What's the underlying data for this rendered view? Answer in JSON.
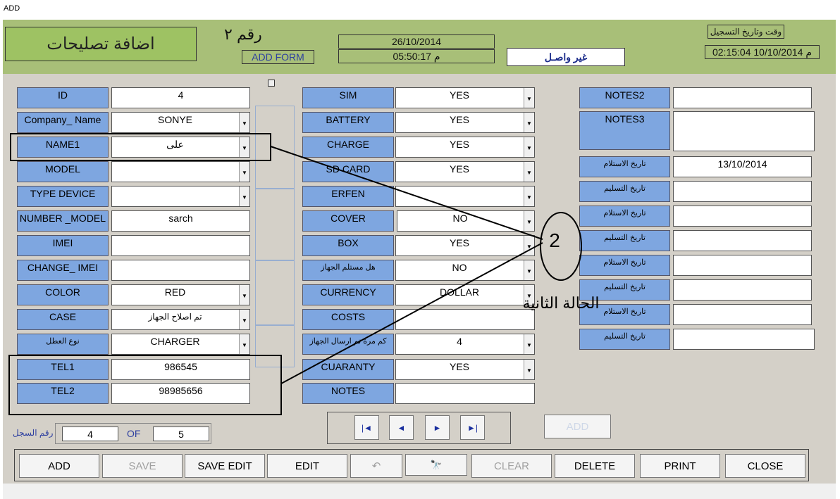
{
  "window": {
    "title": "ADD"
  },
  "header": {
    "title": "اضافة تصليحات",
    "number": "رقم ٢",
    "form_name": "ADD FORM",
    "date": "26/10/2014",
    "time": "05:50:17 م",
    "status": "غير واصـل",
    "reg_label": "وقت وتاريخ التسجيل",
    "reg_value": "02:15:04 10/10/2014 م"
  },
  "left": [
    {
      "label": "ID",
      "value": "4",
      "dropdown": false
    },
    {
      "label": "Company_ Name",
      "value": "SONYE",
      "dropdown": true
    },
    {
      "label": "NAME1",
      "value": "علی",
      "dropdown": true
    },
    {
      "label": "MODEL",
      "value": "",
      "dropdown": true
    },
    {
      "label": "TYPE DEVICE",
      "value": "",
      "dropdown": true
    },
    {
      "label": "NUMBER _MODEL",
      "value": "sarch",
      "dropdown": false
    },
    {
      "label": "IMEI",
      "value": "",
      "dropdown": false
    },
    {
      "label": "CHANGE_ IMEI",
      "value": "",
      "dropdown": false
    },
    {
      "label": "COLOR",
      "value": "RED",
      "dropdown": true
    },
    {
      "label": "CASE",
      "value": "تم اصلاح الجهاز",
      "dropdown": true
    },
    {
      "label": "نوع العطل",
      "value": "CHARGER",
      "dropdown": true
    },
    {
      "label": "TEL1",
      "value": "986545",
      "dropdown": false
    },
    {
      "label": "TEL2",
      "value": "98985656",
      "dropdown": false
    }
  ],
  "middle": [
    {
      "label": "SIM",
      "value": "YES",
      "dropdown": true
    },
    {
      "label": "BATTERY",
      "value": "YES",
      "dropdown": true
    },
    {
      "label": "CHARGE",
      "value": "YES",
      "dropdown": true
    },
    {
      "label": "SD CARD",
      "value": "YES",
      "dropdown": true
    },
    {
      "label": "ERFEN",
      "value": "",
      "dropdown": true
    },
    {
      "label": "COVER",
      "value": "NO",
      "dropdown": true
    },
    {
      "label": "BOX",
      "value": "YES",
      "dropdown": true
    },
    {
      "label": "هل مستلم الجهاز",
      "value": "NO",
      "dropdown": true
    },
    {
      "label": "CURRENCY",
      "value": "DOLLAR",
      "dropdown": true
    },
    {
      "label": "COSTS",
      "value": "",
      "dropdown": false
    },
    {
      "label": "كم مرة تم ارسال الجهاز",
      "value": "4",
      "dropdown": true
    },
    {
      "label": "CUARANTY",
      "value": "YES",
      "dropdown": true
    },
    {
      "label": "NOTES",
      "value": "",
      "dropdown": false
    }
  ],
  "right": [
    {
      "label": "NOTES2",
      "value": ""
    },
    {
      "label": "NOTES3",
      "value": ""
    },
    {
      "label": "تاريخ الاستلام",
      "value": "13/10/2014"
    },
    {
      "label": "تاريخ التسليم",
      "value": ""
    },
    {
      "label": "تاريخ الاستلام",
      "value": ""
    },
    {
      "label": "تاريخ التسليم",
      "value": ""
    },
    {
      "label": "تاريخ الاستلام",
      "value": ""
    },
    {
      "label": "تاريخ التسليم",
      "value": ""
    },
    {
      "label": "تاريخ الاستلام",
      "value": ""
    },
    {
      "label": "تاريخ التسليم",
      "value": ""
    }
  ],
  "record": {
    "label": "رقم السجل",
    "current": "4",
    "of": "OF",
    "total": "5"
  },
  "nav": {
    "first": "|◄",
    "prev": "◄",
    "next": "►",
    "last": "►|"
  },
  "add_small": "ADD",
  "annotation": {
    "circle_text": "2",
    "case_text": "الحالة الثانية"
  },
  "toolbar": {
    "add": "ADD",
    "save": "SAVE",
    "save_edit": "SAVE EDIT",
    "edit": "EDIT",
    "undo": "↶",
    "find": "🔭",
    "clear": "CLEAR",
    "delete": "DELETE",
    "print": "PRINT",
    "close": "CLOSE"
  },
  "icons": {
    "undo": "undo-icon",
    "find": "binoculars-icon",
    "dropdown": "chevron-down-icon"
  },
  "colors": {
    "header_bg": "#a8bf78",
    "title_bg": "#9ec263",
    "label_bg": "#7ea6e0",
    "body_bg": "#d4d0c8"
  }
}
